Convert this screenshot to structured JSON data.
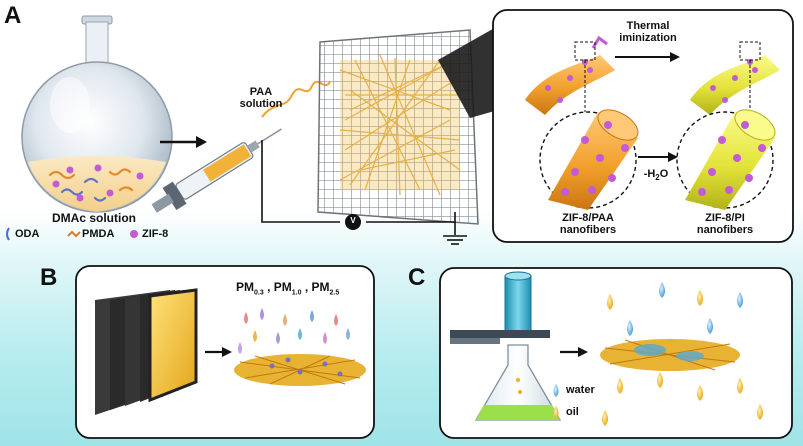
{
  "panel_a": {
    "letter": "A",
    "flask_label": "DMAc solution",
    "syringe_label_line1": "PAA",
    "syringe_label_line2": "solution",
    "voltage_symbol": "V",
    "process_line1": "Thermal",
    "process_line2": "iminization",
    "dehydration_prefix": "-H",
    "dehydration_sub": "2",
    "dehydration_suffix": "O",
    "left_fiber_line1": "ZIF-8/PAA",
    "left_fiber_line2": "nanofibers",
    "right_fiber_line1": "ZIF-8/PI",
    "right_fiber_line2": "nanofibers",
    "legend": [
      {
        "icon": "odа-curve",
        "label": "ODA"
      },
      {
        "icon": "pmda-zigzag",
        "label": "PMDA"
      },
      {
        "icon": "zif8-hexagon",
        "label": "ZIF-8"
      }
    ]
  },
  "panel_b": {
    "letter": "B",
    "pm": [
      {
        "base": "PM",
        "sub": "0.3",
        "sep": " , "
      },
      {
        "base": "PM",
        "sub": "1.0",
        "sep": " , "
      },
      {
        "base": "PM",
        "sub": "2.5",
        "sep": ""
      }
    ]
  },
  "panel_c": {
    "letter": "C",
    "legend_water": "water",
    "legend_oil": "oil"
  },
  "colors": {
    "fiber_orange": "#f2a02c",
    "fiber_yellow": "#e6e63a",
    "zif_magenta": "#c25bd6",
    "mat_gold": "#e8b233",
    "water_blue": "#5fb7e6",
    "oil_gold": "#f0b21e",
    "background_cyan": "#a6e6ea"
  }
}
